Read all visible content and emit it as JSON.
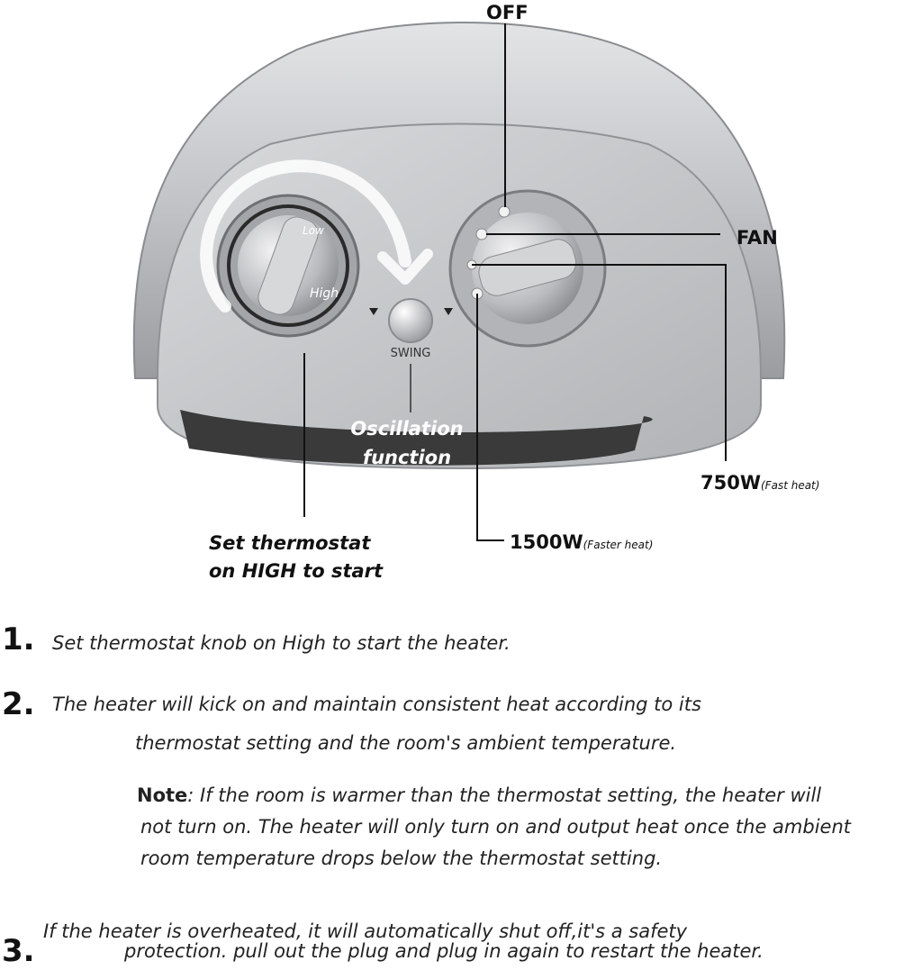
{
  "diagram": {
    "labels": {
      "off": "OFF",
      "fan": "FAN",
      "w750": "750W",
      "w750_sub": "(Fast heat)",
      "w1500": "1500W",
      "w1500_sub": "(Faster heat)",
      "low": "Low",
      "high": "High",
      "swing": "SWING",
      "oscillation_line1": "Oscillation",
      "oscillation_line2": "function",
      "thermostat_line1": "Set thermostat",
      "thermostat_line2": "on HIGH to start"
    },
    "colors": {
      "body": "#c8c9cc",
      "body_dark": "#9ea0a4",
      "grille": "#3a3a3a",
      "arrow": "#ffffff",
      "line": "#111111"
    }
  },
  "steps": [
    {
      "number": "1.",
      "lines": [
        "Set thermostat knob on High to start the heater."
      ]
    },
    {
      "number": "2.",
      "lines": [
        "The heater will kick on and maintain consistent heat according to its",
        "thermostat setting and the room's ambient temperature."
      ]
    },
    {
      "number": "3.",
      "lines": [
        "If the heater is overheated, it will automatically shut off,it's a safety",
        "protection. pull out the plug and plug in again to restart the heater."
      ]
    }
  ],
  "note": {
    "label": "Note",
    "lines": [
      ": If the room is warmer than the thermostat setting, the heater will",
      "not turn on. The heater will only turn on and output heat once the ambient",
      "room temperature drops below the thermostat setting."
    ]
  }
}
